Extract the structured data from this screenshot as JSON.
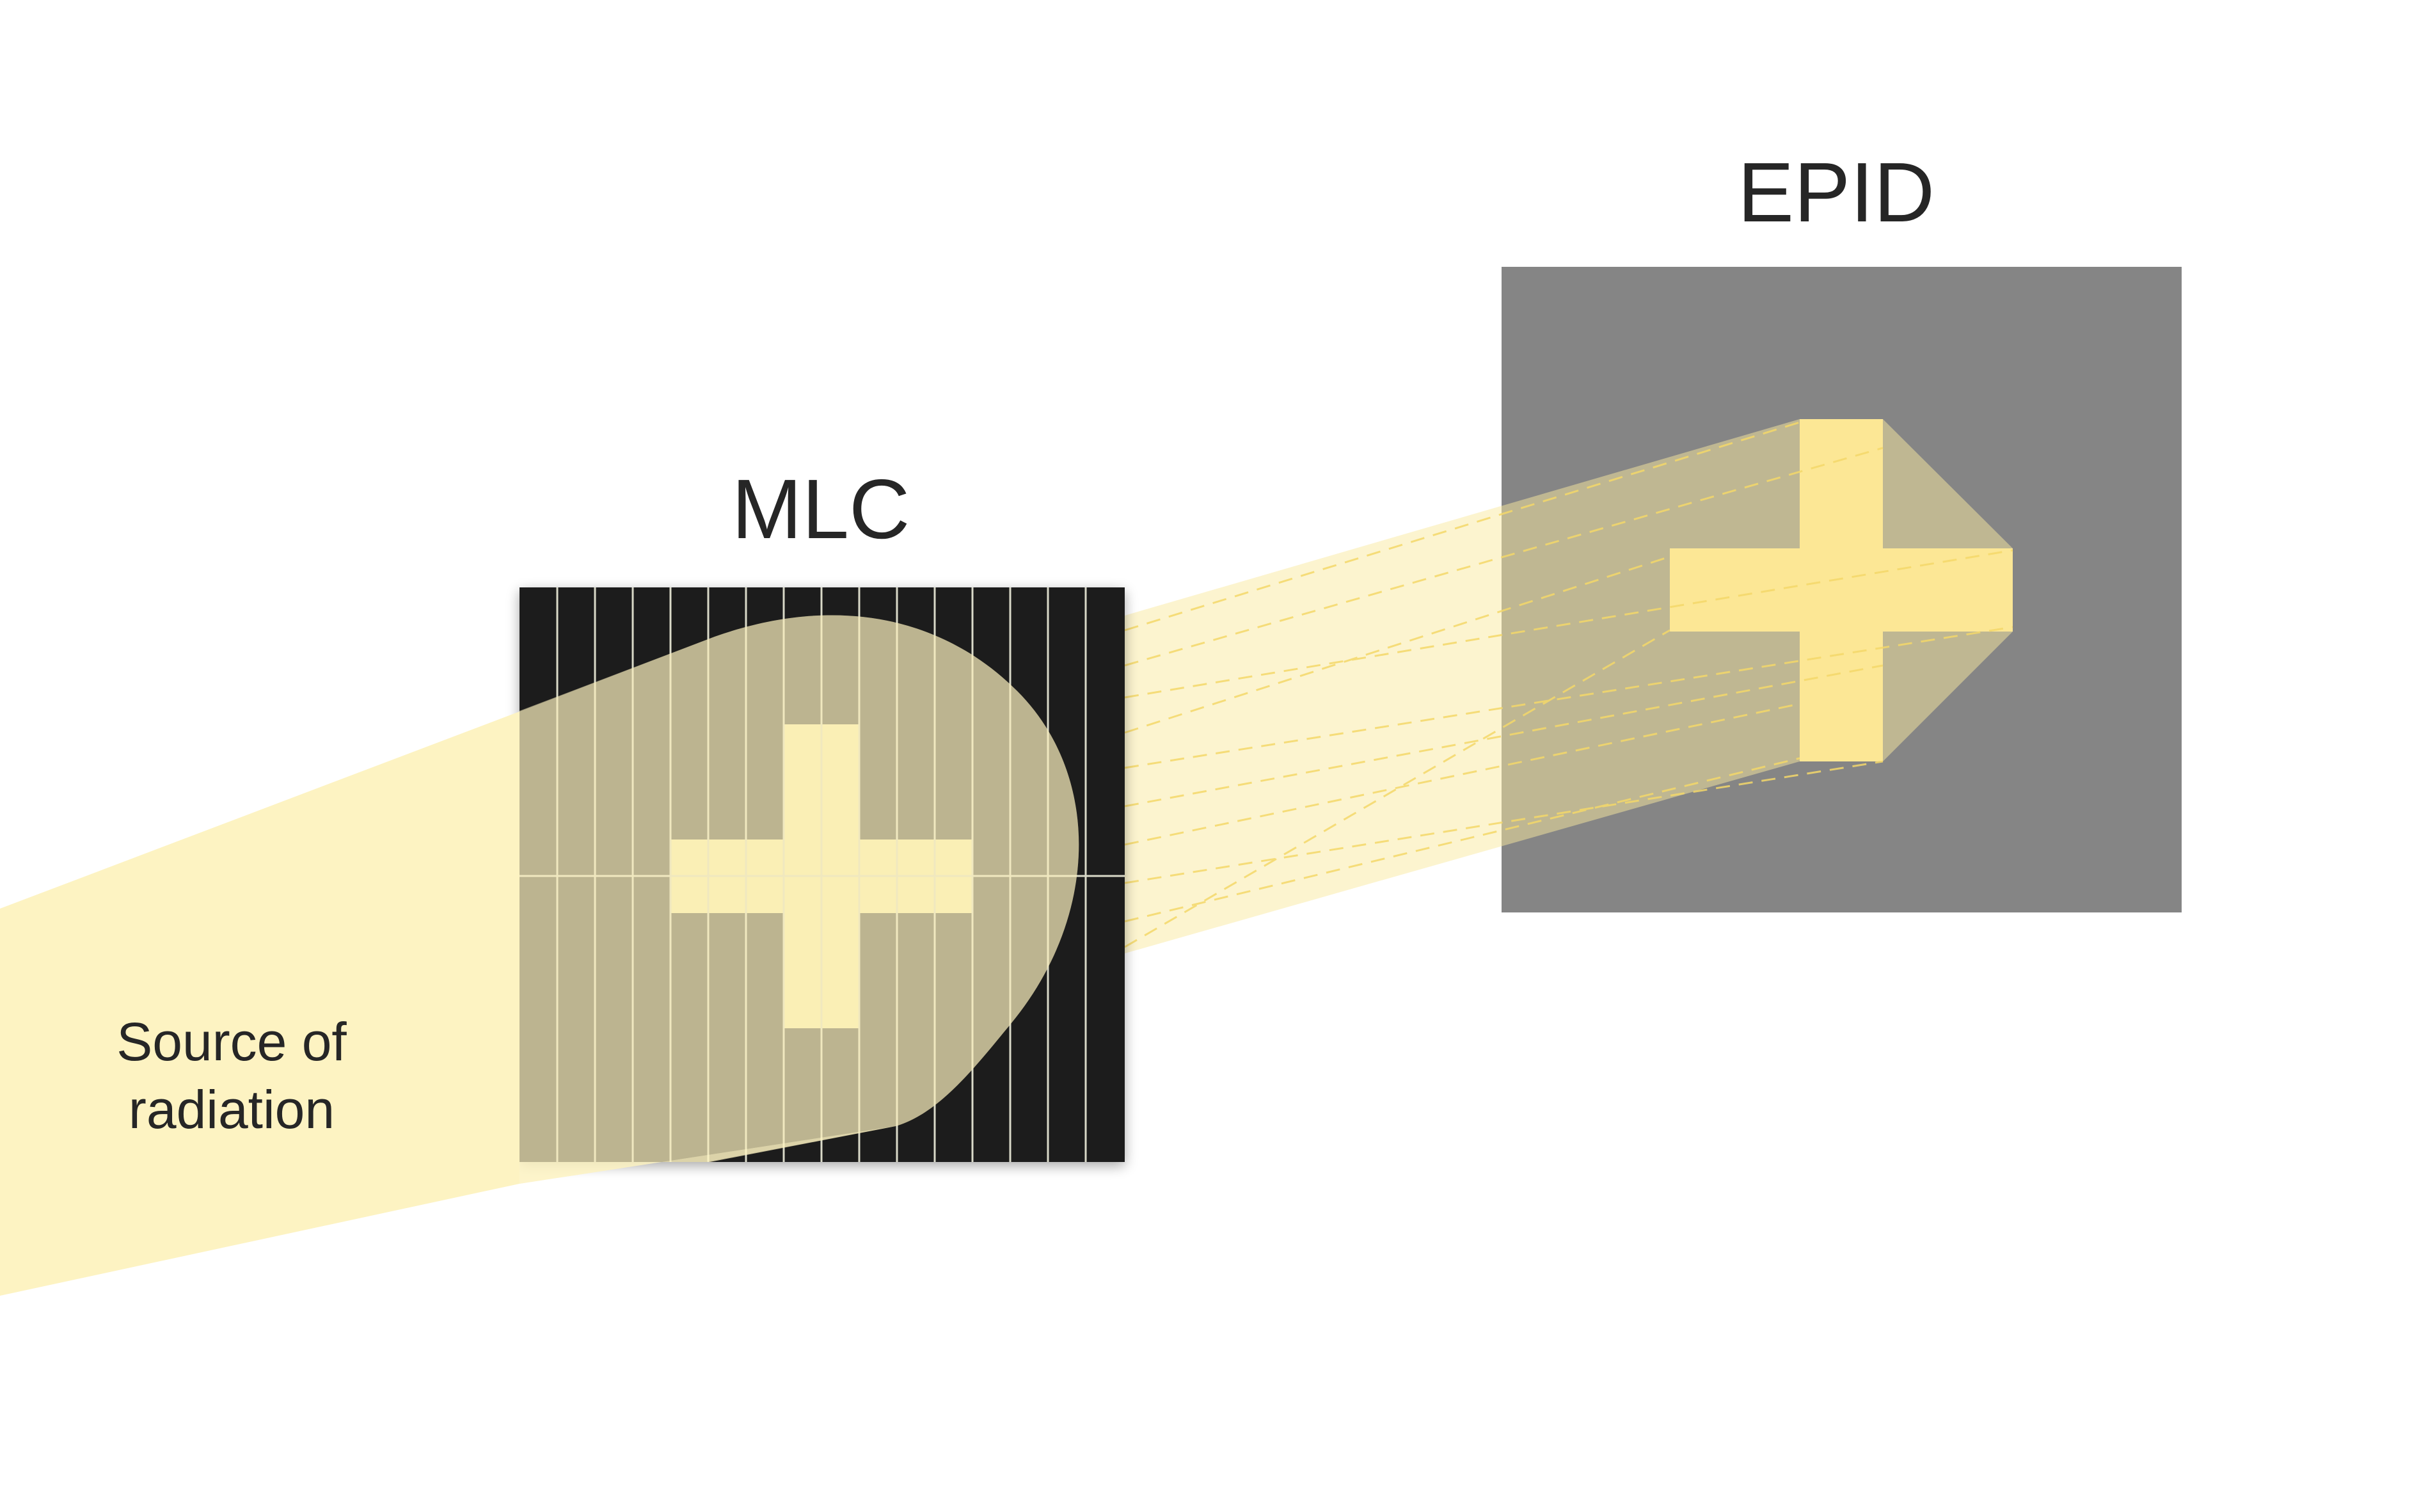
{
  "labels": {
    "mlc": "MLC",
    "epid": "EPID",
    "source_line1": "Source of",
    "source_line2": "radiation"
  },
  "colors": {
    "beam": "#fdf3c2",
    "field_shape": "#fff0a3",
    "epid_field": "#ffe58a",
    "mlc_body": "#1e1e1e",
    "mlc_leaf_gap": "#d9d9c8",
    "epid_panel": "#858585",
    "text": "#262626"
  },
  "icons": {
    "field_shape": "cross-shape",
    "mlc": "leaf-collimator"
  }
}
